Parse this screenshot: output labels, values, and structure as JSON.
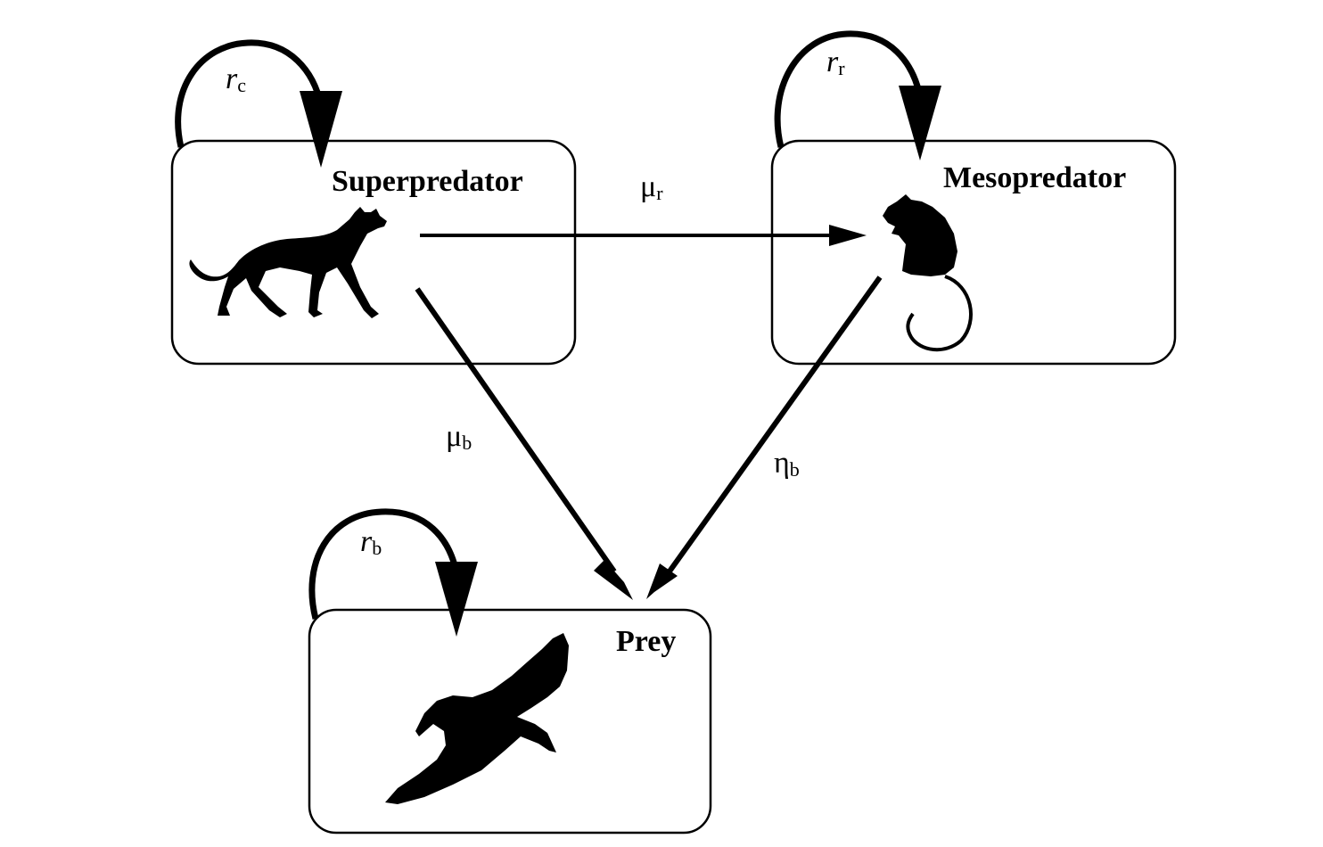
{
  "nodes": {
    "superpredator": {
      "title": "Superpredator",
      "icon": "cat-silhouette-icon"
    },
    "mesopredator": {
      "title": "Mesopredator",
      "icon": "rat-silhouette-icon"
    },
    "prey": {
      "title": "Prey",
      "icon": "bird-silhouette-icon"
    }
  },
  "self_loops": {
    "superpredator": {
      "symbol": "r",
      "subscript": "c"
    },
    "mesopredator": {
      "symbol": "r",
      "subscript": "r"
    },
    "prey": {
      "symbol": "r",
      "subscript": "b"
    }
  },
  "edges": [
    {
      "id": "superpredator-to-mesopredator",
      "from": "Superpredator",
      "to": "Mesopredator",
      "symbol": "μ",
      "subscript": "r"
    },
    {
      "id": "superpredator-to-prey",
      "from": "Superpredator",
      "to": "Prey",
      "symbol": "μ",
      "subscript": "b"
    },
    {
      "id": "mesopredator-to-prey",
      "from": "Mesopredator",
      "to": "Prey",
      "symbol": "η",
      "subscript": "b"
    }
  ]
}
